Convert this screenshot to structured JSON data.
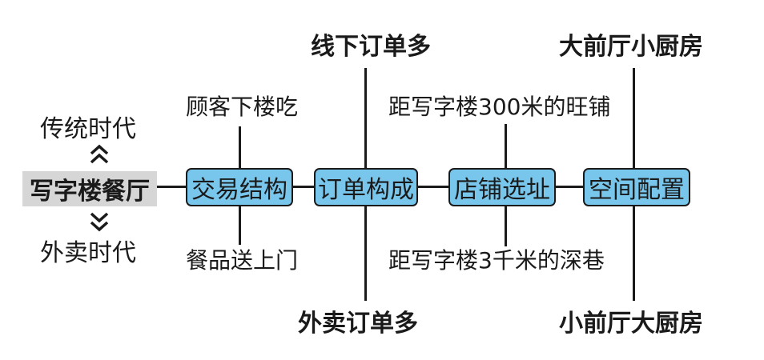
{
  "center": {
    "label": "写字楼餐厅",
    "above": "传统时代",
    "below": "外卖时代"
  },
  "nodes": [
    {
      "label": "交易结构",
      "fill": "#79c6ec",
      "top_text": "顾客下楼吃",
      "bottom_text": "餐品送上门"
    },
    {
      "label": "订单构成",
      "fill": "#79c6ec",
      "top_text": "线下订单多",
      "bottom_text": "外卖订单多"
    },
    {
      "label": "店铺选址",
      "fill": "#79c6ec",
      "top_text": "距写字楼300米的旺铺",
      "bottom_text": "距写字楼3千米的深巷"
    },
    {
      "label": "空间配置",
      "fill": "#79c6ec",
      "top_text": "大前厅小厨房",
      "bottom_text": "小前厅大厨房"
    }
  ],
  "icons": {
    "up": "double-chevron-up-icon",
    "down": "double-chevron-down-icon"
  }
}
